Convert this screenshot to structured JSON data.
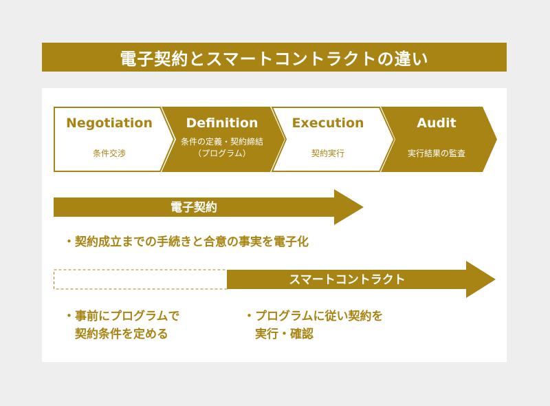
{
  "title": "電子契約とスマートコントラクトの違い",
  "stages": [
    {
      "en": "Negotiation",
      "ja": "条件交渉",
      "filled": false
    },
    {
      "en": "Definition",
      "ja": "条件の定義・契約締結\n（プログラム）",
      "filled": true
    },
    {
      "en": "Execution",
      "ja": "契約実行",
      "filled": false
    },
    {
      "en": "Audit",
      "ja": "実行結果の監査",
      "filled": true
    }
  ],
  "arrows": {
    "econtract": "電子契約",
    "smart": "スマートコントラクト"
  },
  "bullets": {
    "econtract": "・契約成立までの手続きと合意の事実を電子化",
    "smart_left_1": "・事前にプログラムで",
    "smart_left_2": "　契約条件を定める",
    "smart_right_1": "・プログラムに従い契約を",
    "smart_right_2": "　実行・確認"
  },
  "colors": {
    "accent": "#a88414",
    "panel": "#ffffff",
    "background": "#eeeeee"
  }
}
